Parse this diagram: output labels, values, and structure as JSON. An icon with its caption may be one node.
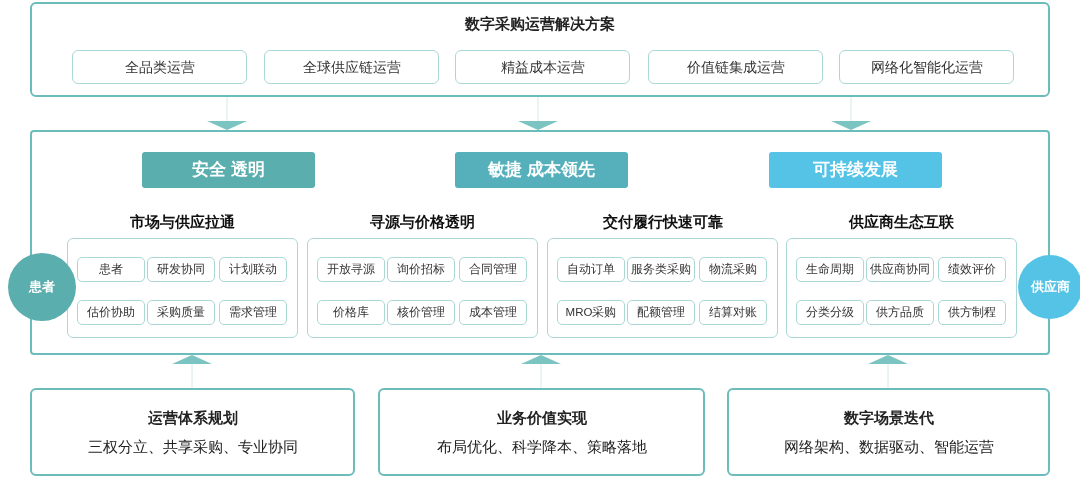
{
  "diagram": {
    "nodes": [
      {
        "text": [
          "数字采购运营解决方案"
        ]
      },
      {
        "text": [
          "全品类运营"
        ],
        "in": 0
      },
      {
        "text": [
          "全球供应链运营"
        ],
        "in": 0
      },
      {
        "text": [
          "精益成本运营"
        ],
        "in": 0
      },
      {
        "text": [
          "价值链集成运营"
        ],
        "in": 0
      },
      {
        "text": [
          "网络化智能化运营"
        ],
        "in": 0
      },
      {
        "text": [],
        "shape": "box"
      },
      {
        "text": [
          "安全 透明"
        ],
        "in": 6
      },
      {
        "text": [
          "敏捷 成本领先"
        ],
        "in": 6
      },
      {
        "text": [
          "可持续发展"
        ],
        "in": 6
      },
      {
        "text": [
          "市场与供应拉通"
        ],
        "in": 6
      },
      {
        "text": [
          "患者"
        ],
        "in": 10
      },
      {
        "text": [
          "研发协同"
        ],
        "in": 10
      },
      {
        "text": [
          "计划联动"
        ],
        "in": 10
      },
      {
        "text": [
          "估价协助"
        ],
        "in": 10
      },
      {
        "text": [
          "采购质量"
        ],
        "in": 10
      },
      {
        "text": [
          "需求管理"
        ],
        "in": 10
      },
      {
        "text": [
          "寻源与价格透明"
        ],
        "in": 6
      },
      {
        "text": [
          "开放寻源"
        ],
        "in": 17
      },
      {
        "text": [
          "询价招标"
        ],
        "in": 17
      },
      {
        "text": [
          "合同管理"
        ],
        "in": 17
      },
      {
        "text": [
          "价格库"
        ],
        "in": 17
      },
      {
        "text": [
          "核价管理"
        ],
        "in": 17
      },
      {
        "text": [
          "成本管理"
        ],
        "in": 17
      },
      {
        "text": [
          "交付履行快速可靠"
        ],
        "in": 6
      },
      {
        "text": [
          "自动订单"
        ],
        "in": 24
      },
      {
        "text": [
          "服务类采购"
        ],
        "in": 24
      },
      {
        "text": [
          "物流采购"
        ],
        "in": 24
      },
      {
        "text": [
          "MRO采购"
        ],
        "in": 24
      },
      {
        "text": [
          "配额管理"
        ],
        "in": 24
      },
      {
        "text": [
          "结算对账"
        ],
        "in": 24
      },
      {
        "text": [
          "供应商生态互联"
        ],
        "in": 6
      },
      {
        "text": [
          "生命周期"
        ],
        "in": 31
      },
      {
        "text": [
          "供应商协同"
        ],
        "in": 31
      },
      {
        "text": [
          "绩效评价"
        ],
        "in": 31
      },
      {
        "text": [
          "分类分级"
        ],
        "in": 31
      },
      {
        "text": [
          "供方品质"
        ],
        "in": 31
      },
      {
        "text": [
          "供方制程"
        ],
        "in": 31
      },
      {
        "text": [
          "患者"
        ]
      },
      {
        "text": [
          "供应商"
        ]
      },
      {
        "text": [
          "运营体系规划",
          "三权分立、共享采购、专业协同"
        ]
      },
      {
        "text": [
          "业务价值实现",
          "布局优化、科学降本、策略落地"
        ]
      },
      {
        "text": [
          "数字场景迭代",
          "网络架构、数据驱动、智能运营"
        ]
      }
    ],
    "edges": [
      {
        "from": 0,
        "to": 6,
        "arrow": "to"
      },
      {
        "from": 0,
        "to": 6,
        "arrow": "to"
      },
      {
        "from": 0,
        "to": 6,
        "arrow": "to"
      },
      {
        "from": 40,
        "to": 6,
        "arrow": "to"
      },
      {
        "from": 41,
        "to": 6,
        "arrow": "to"
      },
      {
        "from": 42,
        "to": 6,
        "arrow": "to"
      }
    ]
  }
}
